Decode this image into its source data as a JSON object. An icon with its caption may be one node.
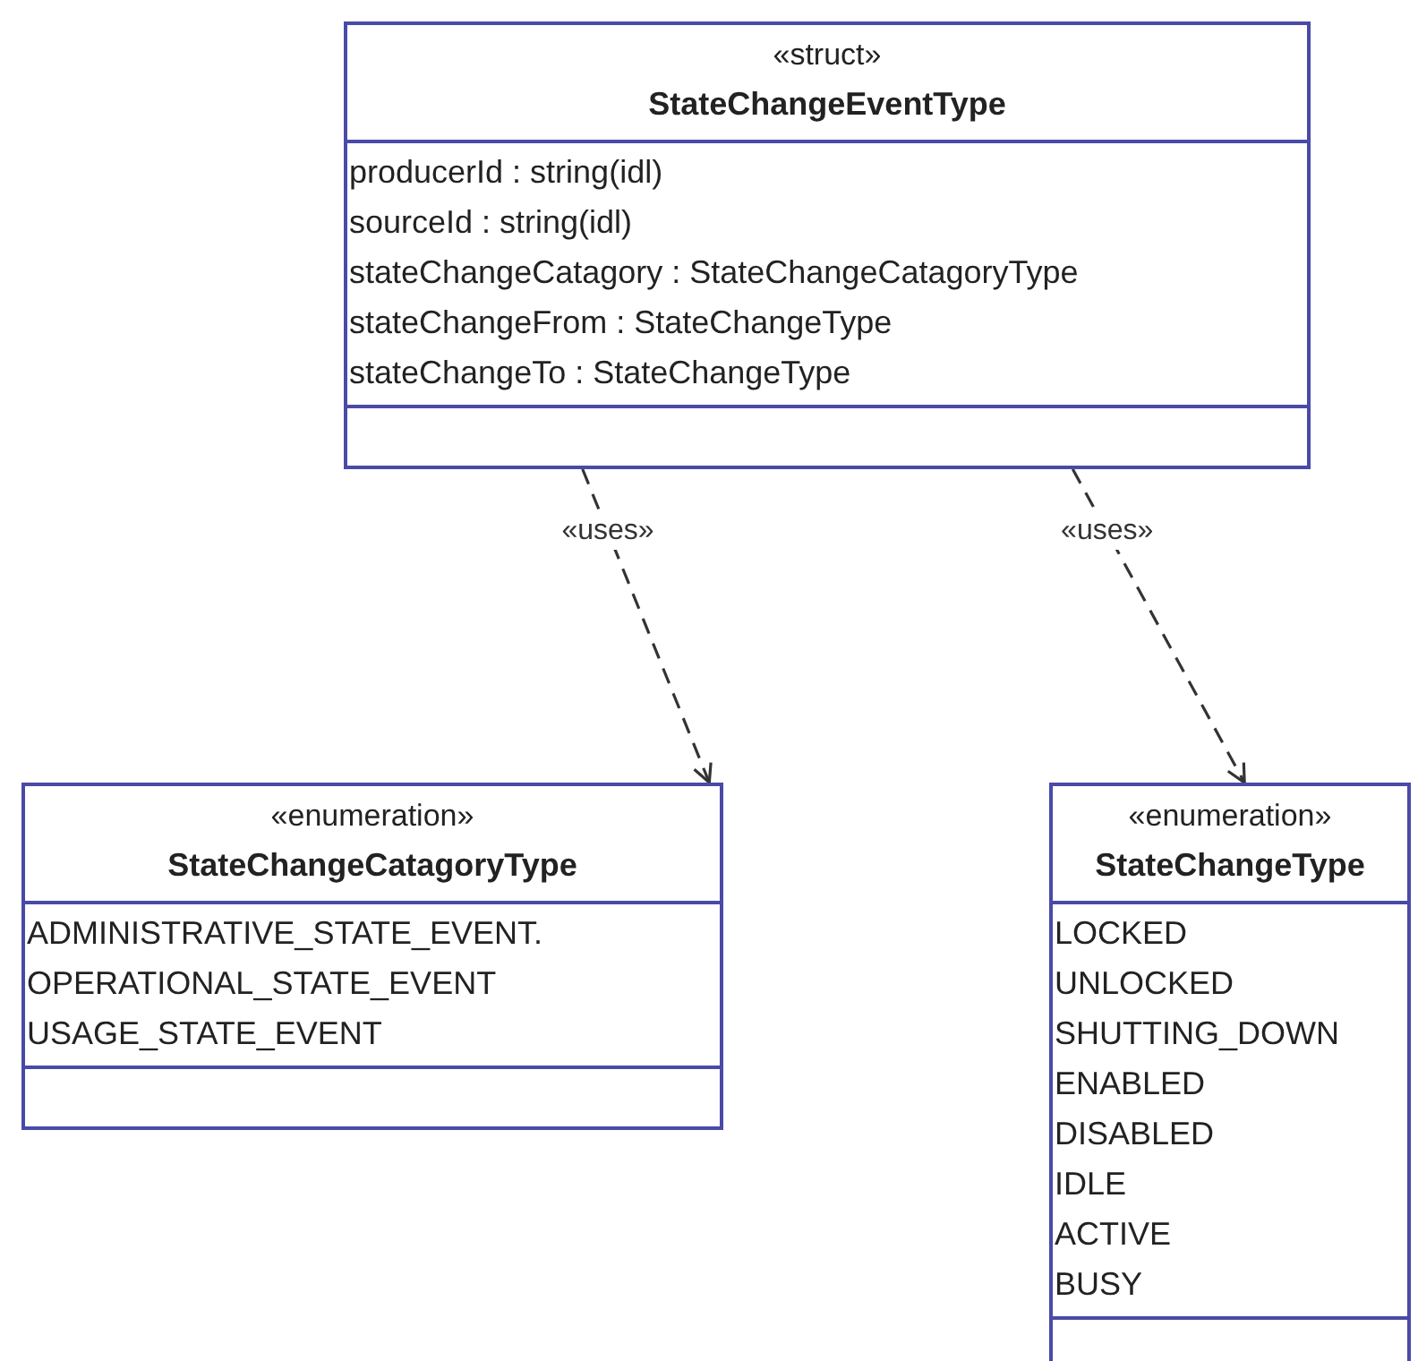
{
  "diagram": {
    "nodes": [
      {
        "text": [
          "«struct»",
          "StateChangeEventType",
          "producerId : string(idl)",
          "sourceId : string(idl)",
          "stateChangeCatagory : StateChangeCatagoryType",
          "stateChangeFrom : StateChangeType",
          "stateChangeTo : StateChangeType"
        ]
      },
      {
        "text": [
          "«enumeration»",
          "StateChangeCatagoryType",
          "ADMINISTRATIVE_STATE_EVENT.",
          "OPERATIONAL_STATE_EVENT",
          "USAGE_STATE_EVENT"
        ]
      },
      {
        "text": [
          "«enumeration»",
          "StateChangeType",
          "LOCKED",
          "UNLOCKED",
          "SHUTTING_DOWN",
          "ENABLED",
          "DISABLED",
          "IDLE",
          "ACTIVE",
          "BUSY"
        ]
      }
    ],
    "edges": [
      {
        "from": 0,
        "to": 1,
        "arrow": "to",
        "label": "«uses»",
        "style": "dashed"
      },
      {
        "from": 0,
        "to": 2,
        "arrow": "to",
        "label": "«uses»",
        "style": "dashed"
      }
    ]
  }
}
